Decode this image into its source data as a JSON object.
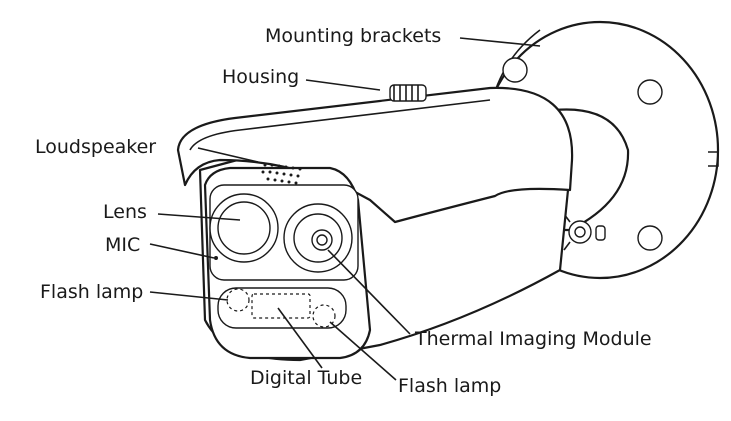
{
  "labels": {
    "mounting_brackets": "Mounting brackets",
    "housing": "Housing",
    "loudspeaker": "Loudspeaker",
    "lens": "Lens",
    "mic": "MIC",
    "flash_lamp_left": "Flash lamp",
    "digital_tube": "Digital Tube",
    "flash_lamp_right": "Flash lamp",
    "thermal_imaging_module": "Thermal Imaging Module"
  }
}
